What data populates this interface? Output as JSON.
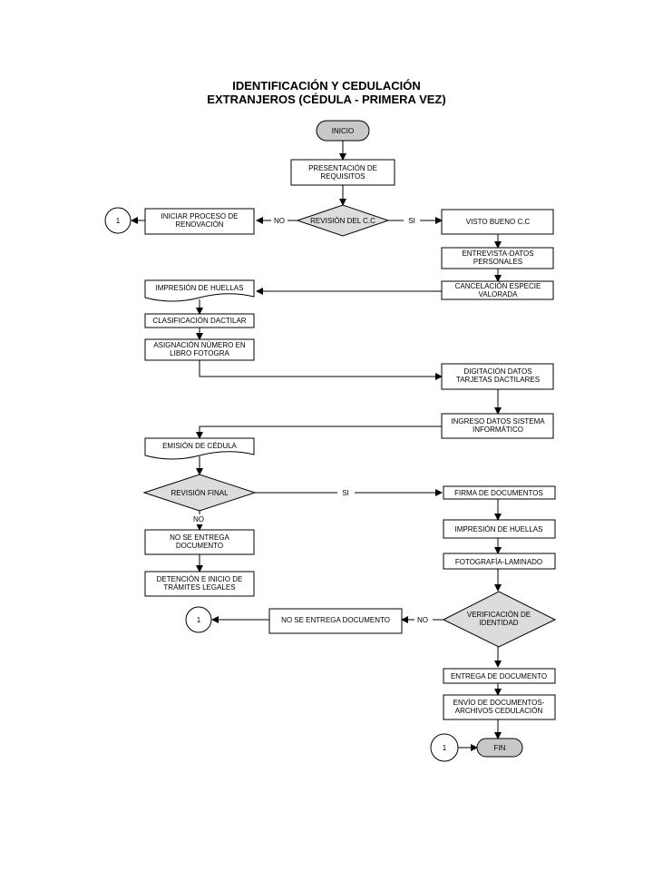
{
  "title": {
    "line1": "IDENTIFICACIÓN Y CEDULACIÓN",
    "line2": "EXTRANJEROS (CÉDULA - PRIMERA VEZ)"
  },
  "nodes": {
    "inicio": "INICIO",
    "presentacion": [
      "PRESENTACIÓN DE",
      "REQUISITOS"
    ],
    "revision_cc": "REVISIÓN DEL C.C",
    "iniciar_proceso": [
      "INICIAR PROCESO  DE",
      "RENOVACIÓN"
    ],
    "connector_1a": "1",
    "visto_bueno": "VISTO BUENO C.C",
    "entrevista": [
      "ENTREVISTA-DATOS",
      "PERSONALES"
    ],
    "cancelacion": [
      "CANCELACIÓN ESPECIE",
      "VALORADA"
    ],
    "impresion_huellas_1": "IMPRESIÓN DE HUELLAS",
    "clasificacion": "CLASIFICACIÓN DACTILAR",
    "asignacion": [
      "ASIGNACIÓN NÚMERO EN",
      "LIBRO FOTOGRA"
    ],
    "digitacion": [
      "DIGITACIÓN DATOS",
      "TARJETAS DACTILARES"
    ],
    "ingreso": [
      "INGRESO DATOS SISTEMA",
      "INFORMÁTICO"
    ],
    "emision": "EMISIÓN DE CÉDULA",
    "revision_final": "REVISIÓN FINAL",
    "no_entrega_1": [
      "NO SE ENTREGA",
      "DOCUMENTO"
    ],
    "detencion": [
      "DETENCIÓN E INICIO DE",
      "TRÁMITES LEGALES"
    ],
    "connector_1b": "1",
    "firma": "FIRMA DE DOCUMENTOS",
    "impresion_huellas_2": "IMPRESIÓN DE HUELLAS",
    "fotografia": "FOTOGRAFÍA-LAMINADO",
    "verificacion": [
      "VERIFICACIÓN DE",
      "IDENTIDAD"
    ],
    "no_entrega_2": "NO SE ENTREGA DOCUMENTO",
    "entrega": "ENTREGA DE DOCUMENTO",
    "envio": [
      "ENVÍO DE DOCUMENTOS-",
      "ARCHIVOS CEDULACIÓN"
    ],
    "connector_1c": "1",
    "fin": "FIN"
  },
  "edge_labels": {
    "rev_cc_no": "NO",
    "rev_cc_si": "SI",
    "rev_final_si": "SI",
    "rev_final_no": "NO",
    "verif_no": "NO"
  }
}
